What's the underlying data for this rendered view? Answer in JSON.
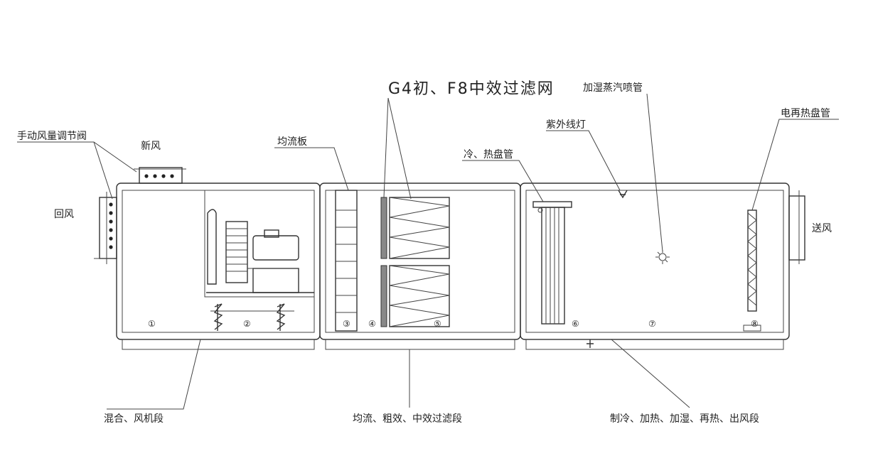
{
  "labels": {
    "manual_damper": "手动风量调节阀",
    "fresh_air": "新风",
    "return_air": "回风",
    "equalizer": "均流板",
    "filters_title": "G4初、F8中效过滤网",
    "coil": "冷、热盘管",
    "uv_lamp": "紫外线灯",
    "humidifier": "加湿蒸汽喷管",
    "electric_reheat": "电再热盘管",
    "supply_air": "送风",
    "section_mixing": "混合、风机段",
    "section_filter": "均流、粗效、中效过滤段",
    "section_process": "制冷、加热、加湿、再热、出风段"
  },
  "markers": [
    "①",
    "②",
    "③",
    "④",
    "⑤",
    "⑥",
    "⑦",
    "⑧"
  ]
}
